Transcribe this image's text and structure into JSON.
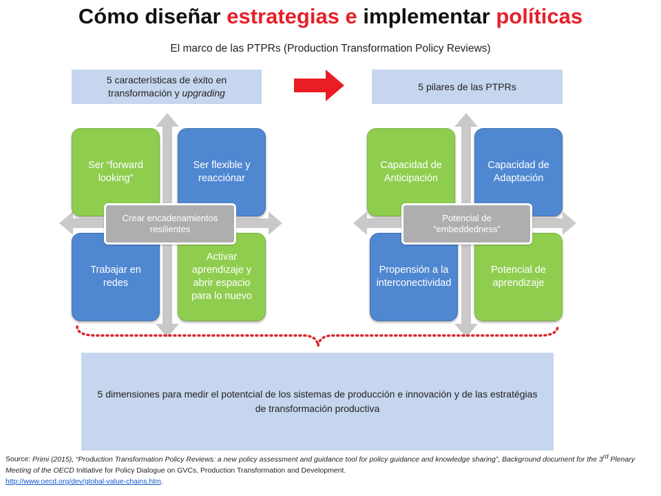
{
  "title": {
    "part1": "Cómo diseñar ",
    "part2": "estrategias e",
    "part3": " implementar ",
    "part4": "políticas"
  },
  "subtitle": "El marco de las PTPRs (Production Transformation Policy Reviews)",
  "left_label": {
    "line1": "5 características de éxito en",
    "line2_plain": "transformación y ",
    "line2_italic": "upgrading"
  },
  "right_label": "5 pilares de las PTPRs",
  "left_matrix": {
    "top_left": "Ser “forward looking”",
    "top_right": "Ser flexible y reacciónar",
    "bottom_left": "Trabajar en redes",
    "bottom_right": "Activar aprendizaje y abrir espacio para lo nuevo",
    "center": "Crear encadenamientos resilientes"
  },
  "right_matrix": {
    "top_left": "Capacidad de Anticipación",
    "top_right": "Capacidad de Adaptación",
    "bottom_left": "Propensión a la interconectividad",
    "bottom_right": "Potencial de aprendizaje",
    "center": "Potencial de “embeddedness”"
  },
  "bottom_box": "5 dimensiones para medir el potentcial de los sistemas de producción e innovación y de las estratégias de transformación productiva",
  "source": {
    "label": "Source: ",
    "author": "Primi (2015), “Production Transformation Policy Reviews: a new policy assessment and guidance tool for policy guidance and knowledge sharing”, Background document for the 3",
    "sup": "rd",
    "meeting": " Plenary Meeting of the OECD",
    "rest": " Initiative for Policy Dialogue on GVCs, Production Transformation and Development.",
    "url": "http://www.oecd.org/dev/global-value-chains.htm",
    "end": "."
  },
  "colors": {
    "title_accent": "#e5202a",
    "tile_green": "#8fcd4f",
    "tile_blue": "#4f87d1",
    "center_gray": "#aeaeae",
    "label_bg": "#c6d6ee",
    "brace_red": "#d9262b",
    "axis_gray": "#c9c9c9"
  }
}
